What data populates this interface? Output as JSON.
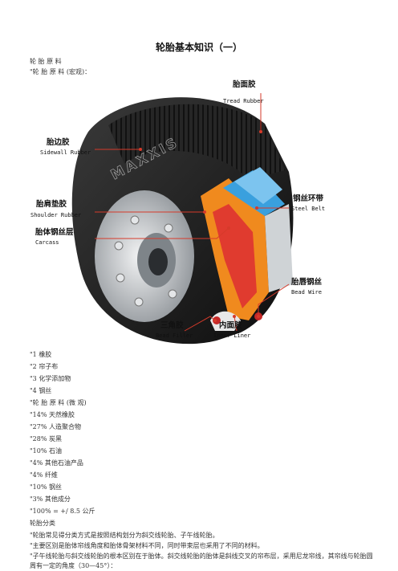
{
  "title": "轮胎基本知识（一）",
  "intro": [
    "轮 胎 原 料",
    "\"轮 胎 原 料 (宏观)："
  ],
  "figure": {
    "labels": {
      "tread": {
        "cn": "胎面胶",
        "en": "Tread Rubber"
      },
      "sidewall": {
        "cn": "胎边胶",
        "en": "Sidewall Rubber"
      },
      "shoulder": {
        "cn": "胎肩垫胶",
        "en": "Shoulder Rubber"
      },
      "carcass": {
        "cn": "胎体钢丝层",
        "en": "Carcass"
      },
      "steel_belt": {
        "cn": "钢丝环带",
        "en": "Steel Belt"
      },
      "bead_wire": {
        "cn": "胎唇钢丝",
        "en": "Bead Wire"
      },
      "bead_filler": {
        "cn": "三角胶",
        "en": "Bead Filler"
      },
      "inner_liner": {
        "cn": "内面胶",
        "en": "Inner Liner"
      }
    },
    "brand_text": "MAXXIS",
    "colors": {
      "leader": "#d63a2a",
      "tire": "#1a1a1a",
      "rim": "#c9cdd1",
      "belt": "#3aa0de",
      "carcass": "#f08a1e"
    }
  },
  "lines": [
    "\"1 橡胶",
    "\"2 帘子布",
    "\"3 化学添加物",
    "\"4 钢丝",
    "\"轮 胎 原 料 (微 观)",
    "\"14% 天然橡胶",
    "\"27% 人造聚合物",
    "\"28% 炭黑",
    "\"10% 石油",
    "\"4% 其他石油产品",
    "\"4% 纤维",
    "\"10% 钢丝",
    "\"3% 其他成分",
    "\"100% = +/ 8.5 公斤",
    "轮胎分类",
    "\"轮胎常见得分类方式是按照结构划分为斜交线轮胎、子午线轮胎。",
    "\"主要区别是胎体帘线角度和胎体骨架材料不同，同时带束层也采用了不同的材料。"
  ],
  "last_para": "\"子午线轮胎与斜交线轮胎的根本区别在于胎体。斜交线轮胎的胎体是斜线交叉的帘布层，采用尼龙帘线，其帘线与轮胎圆周有一定的角度（30—45°）："
}
